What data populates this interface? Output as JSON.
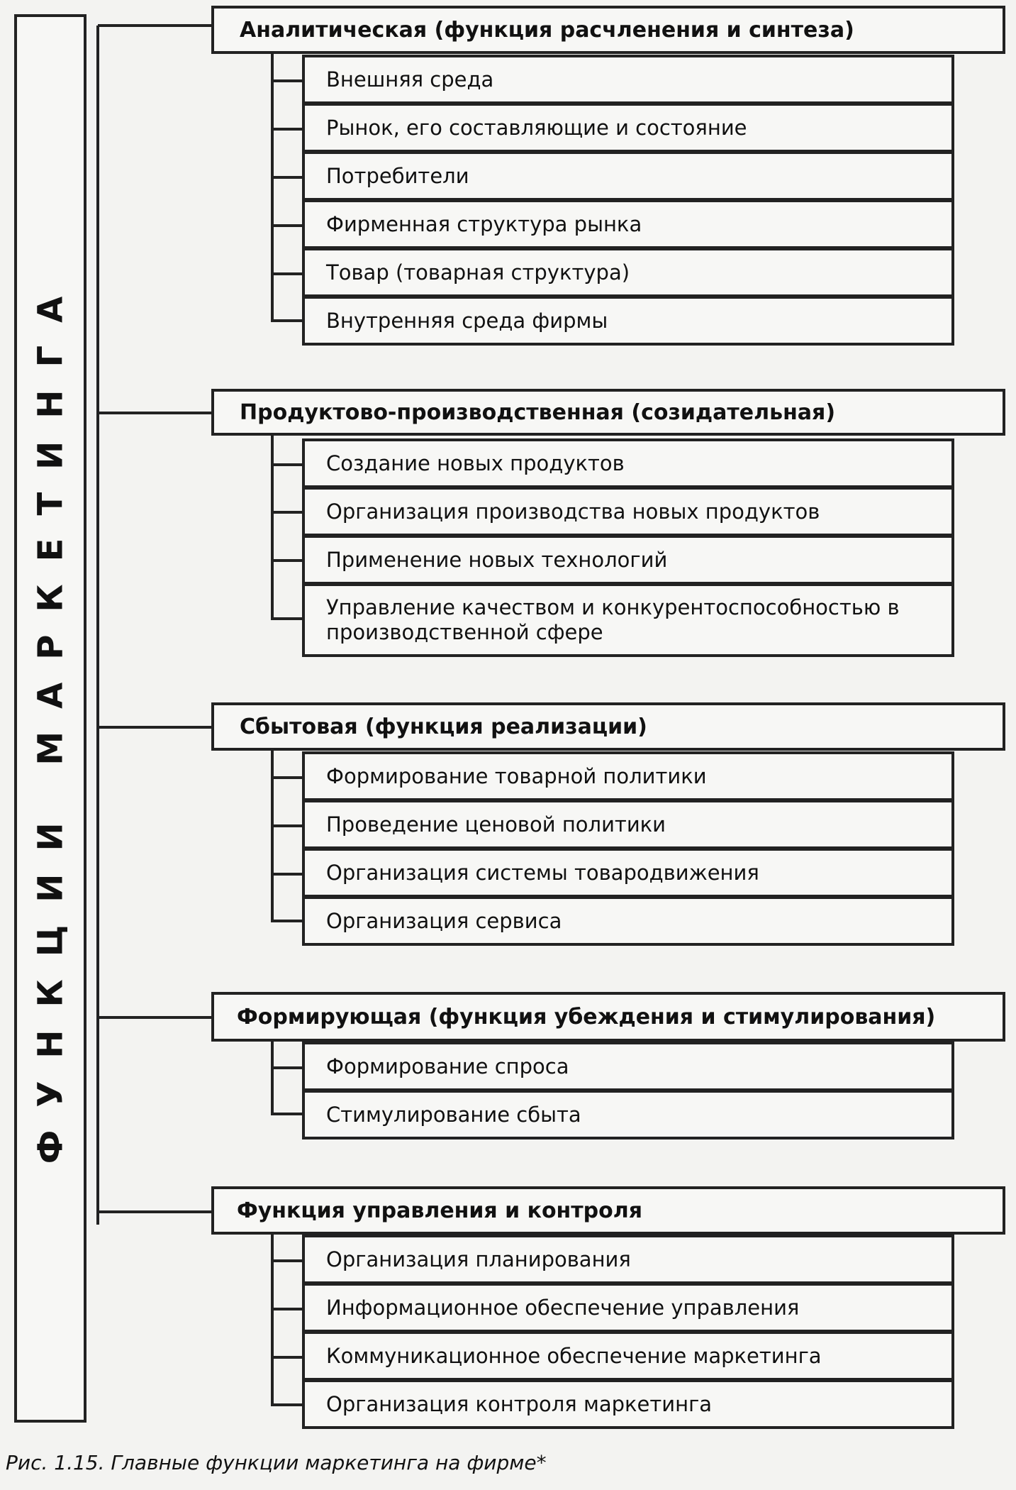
{
  "vertical_label": "ФУНКЦИИ МАРКЕТИНГА",
  "groups": [
    {
      "title": "Аналитическая (функция расчленения и синтеза)",
      "items": [
        "Внешняя среда",
        "Рынок, его составляющие и состояние",
        "Потребители",
        "Фирменная структура рынка",
        "Товар (товарная структура)",
        "Внутренняя среда фирмы"
      ]
    },
    {
      "title": "Продуктово-производственная (созидательная)",
      "items": [
        "Создание новых продуктов",
        "Организация производства новых продуктов",
        "Применение новых технологий",
        "Управление качеством и конкурентоспособностью в производственной сфере"
      ]
    },
    {
      "title": "Сбытовая (функция реализации)",
      "items": [
        "Формирование товарной политики",
        "Проведение ценовой политики",
        "Организация системы товародвижения",
        "Организация сервиса"
      ]
    },
    {
      "title": "Формирующая (функция убеждения и стимулирования)",
      "items": [
        "Формирование спроса",
        "Стимулирование сбыта"
      ]
    },
    {
      "title": "Функция управления и контроля",
      "items": [
        "Организация планирования",
        "Информационное обеспечение управления",
        "Коммуникационное обеспечение маркетинга",
        "Организация контроля маркетинга"
      ]
    }
  ],
  "caption": "Рис. 1.15. Главные функции маркетинга на фирме*"
}
